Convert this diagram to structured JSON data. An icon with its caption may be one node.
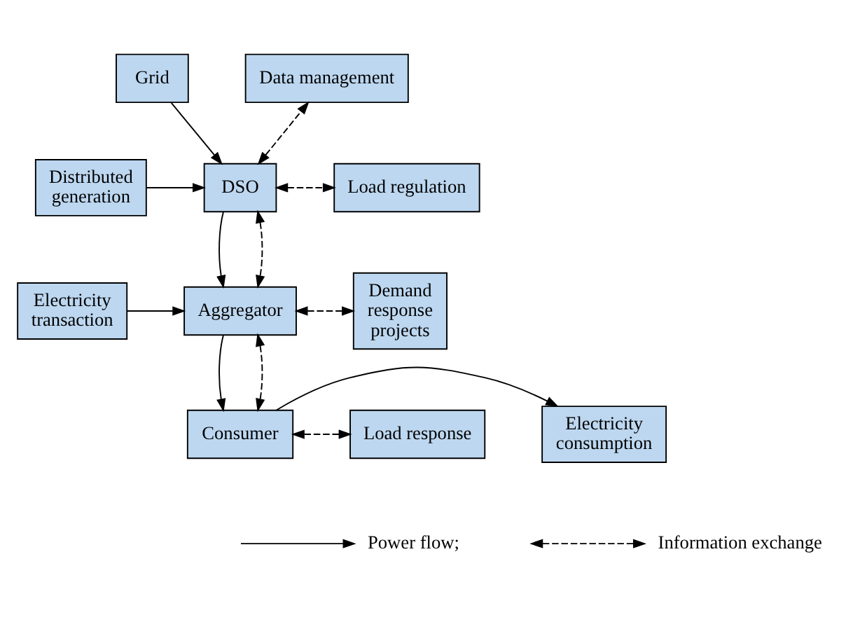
{
  "diagram": {
    "nodes": [
      {
        "text": [
          "Grid"
        ]
      },
      {
        "text": [
          "Data management"
        ]
      },
      {
        "text": [
          "Distributed generation"
        ]
      },
      {
        "text": [
          "DSO"
        ]
      },
      {
        "text": [
          "Load regulation"
        ]
      },
      {
        "text": [
          "Electricity transaction"
        ]
      },
      {
        "text": [
          "Aggregator"
        ]
      },
      {
        "text": [
          "Demand response projects"
        ]
      },
      {
        "text": [
          "Electricity consumption"
        ]
      },
      {
        "text": [
          "Consumer"
        ]
      },
      {
        "text": [
          "Load response"
        ]
      }
    ],
    "edges": [
      {
        "from": 0,
        "to": 3,
        "arrow": "to"
      },
      {
        "from": 3,
        "to": 1,
        "arrow": "both",
        "style": "dashed"
      },
      {
        "from": 2,
        "to": 3,
        "arrow": "to"
      },
      {
        "from": 3,
        "to": 4,
        "arrow": "both",
        "style": "dashed"
      },
      {
        "from": 3,
        "to": 6,
        "arrow": "to"
      },
      {
        "from": 3,
        "to": 6,
        "arrow": "both",
        "style": "dashed"
      },
      {
        "from": 5,
        "to": 6,
        "arrow": "to"
      },
      {
        "from": 6,
        "to": 7,
        "arrow": "both",
        "style": "dashed"
      },
      {
        "from": 6,
        "to": 9,
        "arrow": "to"
      },
      {
        "from": 6,
        "to": 9,
        "arrow": "both",
        "style": "dashed"
      },
      {
        "from": 9,
        "to": 8,
        "arrow": "to"
      },
      {
        "from": 9,
        "to": 10,
        "arrow": "both",
        "style": "dashed"
      }
    ],
    "legend": [
      {
        "text": "Power flow;"
      },
      {
        "text": "Information exchange"
      }
    ]
  }
}
